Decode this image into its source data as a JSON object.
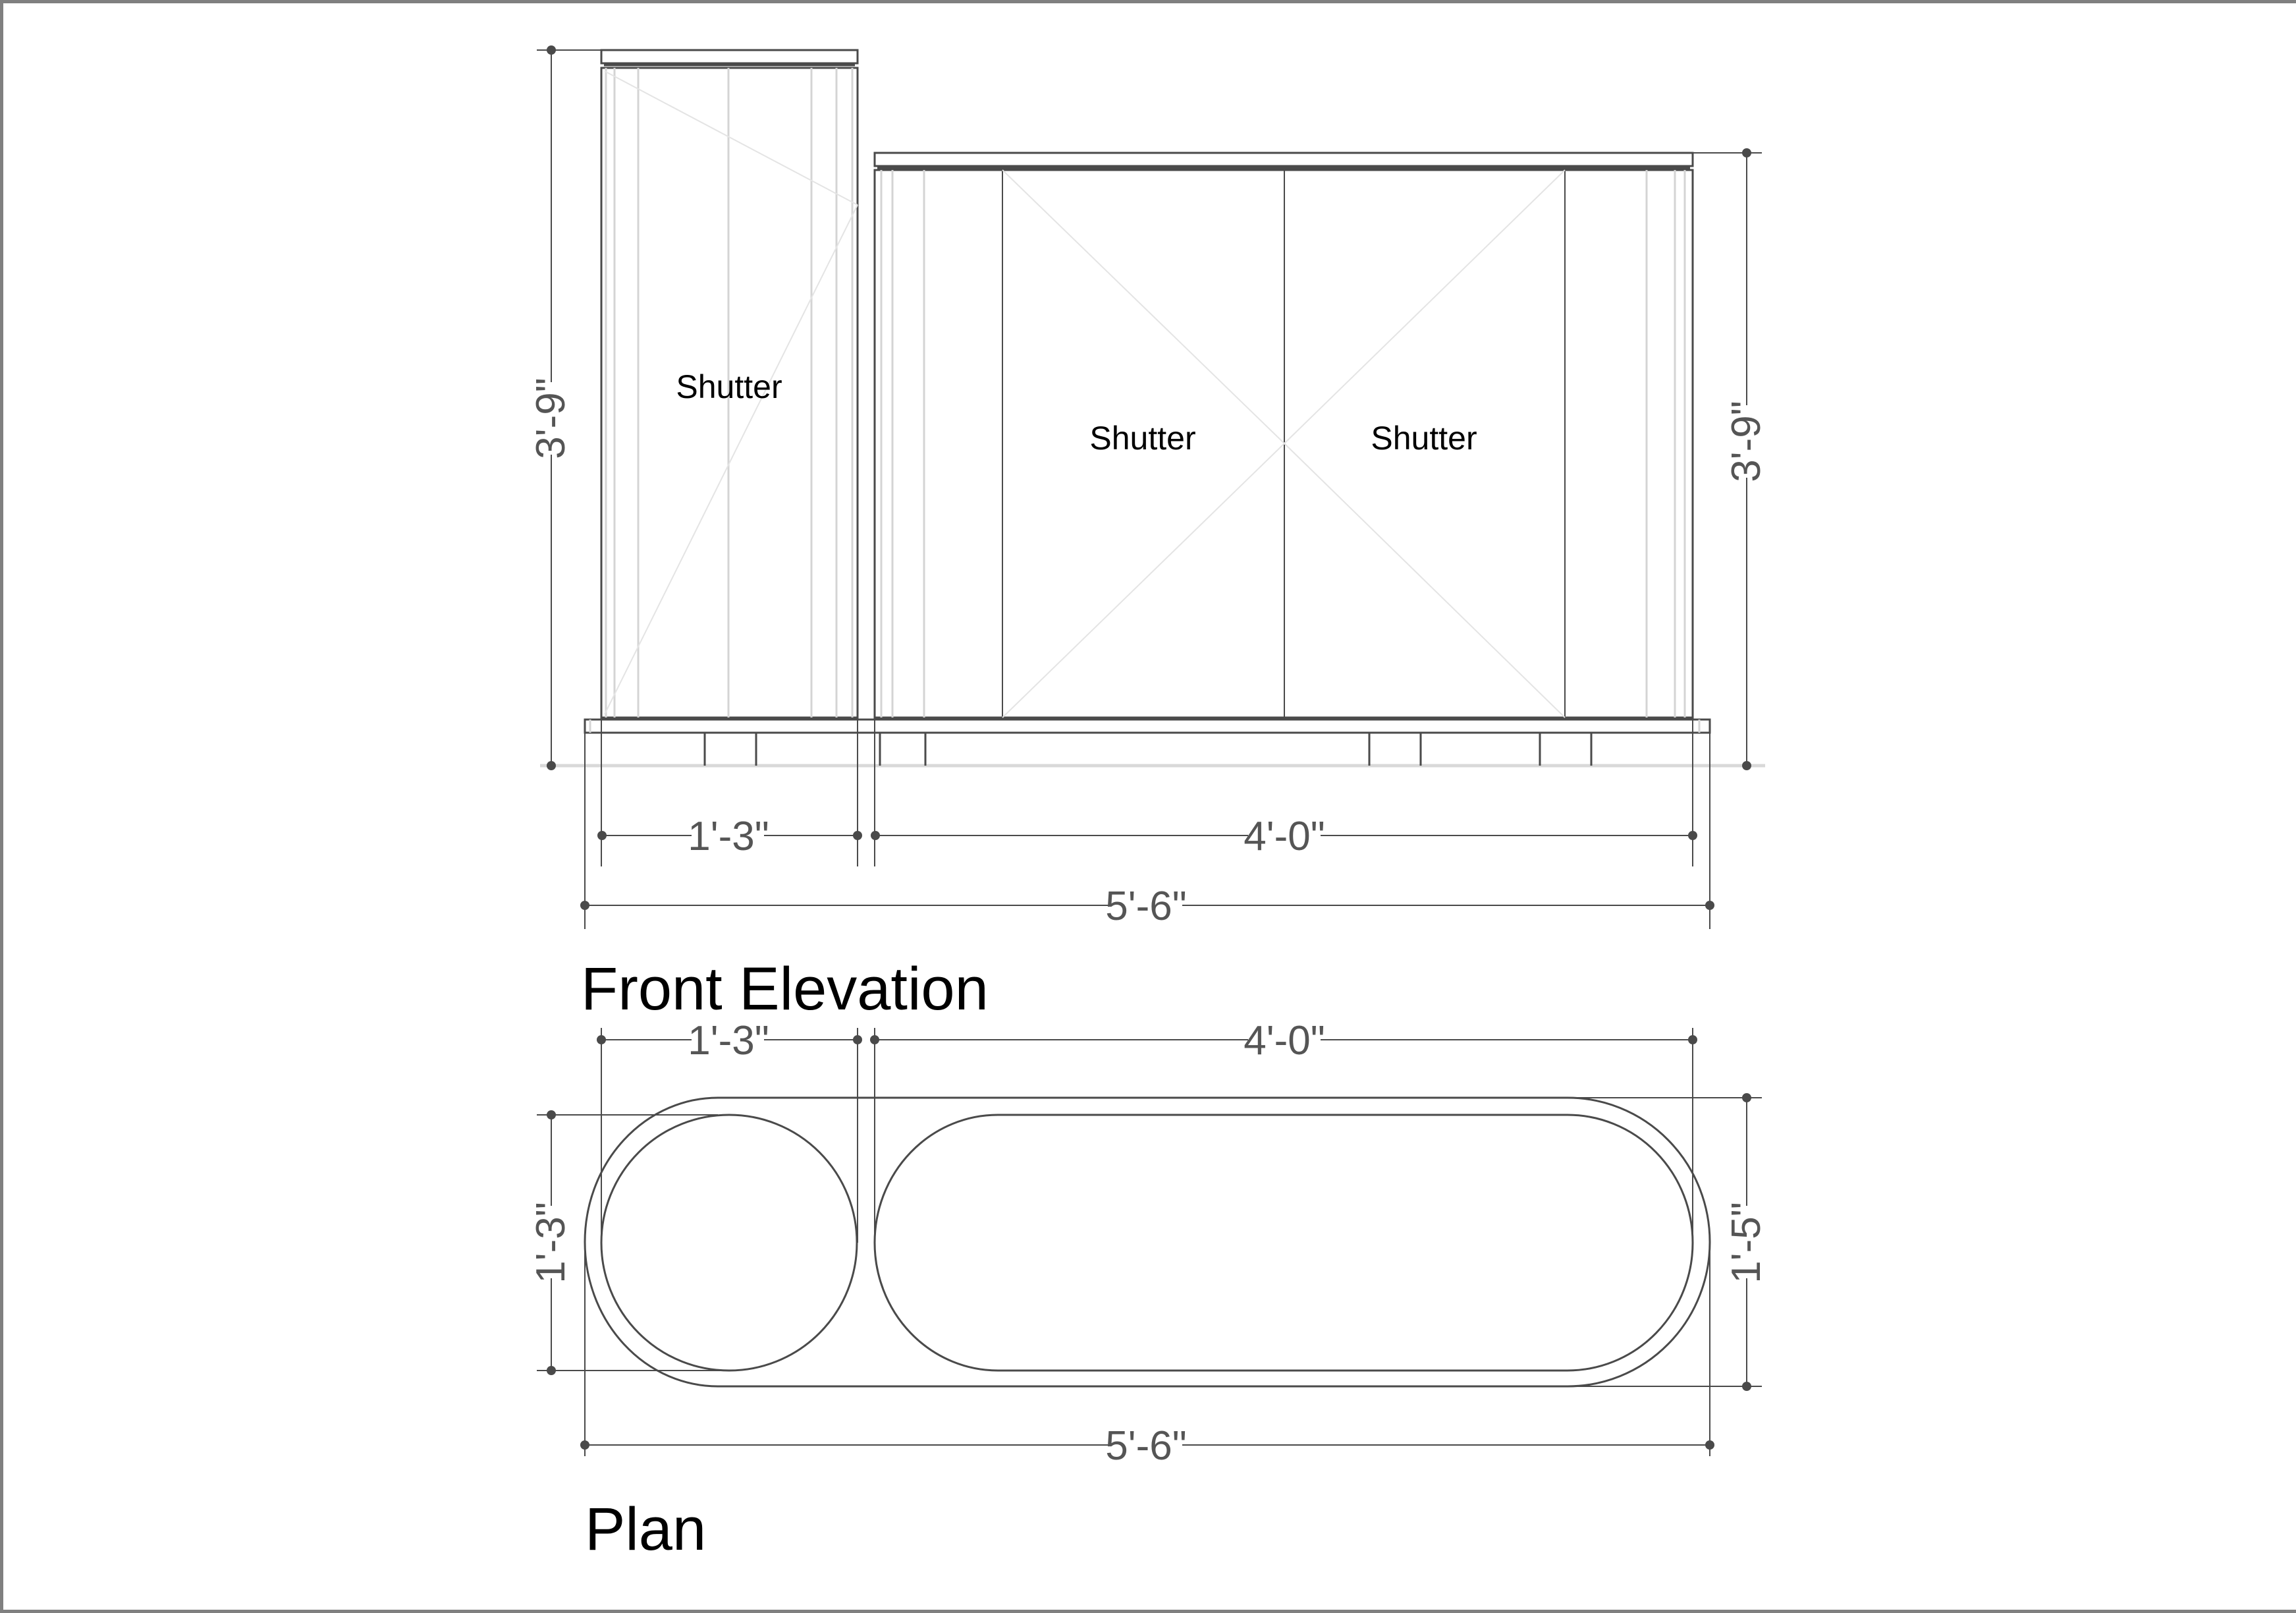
{
  "drawing": {
    "elevation": {
      "title": "Front Elevation",
      "shutters": [
        {
          "label": "Shutter",
          "cabinet": "left"
        },
        {
          "label": "Shutter",
          "cabinet": "right-left-door"
        },
        {
          "label": "Shutter",
          "cabinet": "right-right-door"
        }
      ],
      "dimensions": {
        "left_height": "3'-9\"",
        "right_height": "3'-9\"",
        "left_width": "1'-3\"",
        "right_width": "4'-0\"",
        "overall_width": "5'-6\""
      }
    },
    "plan": {
      "title": "Plan",
      "dimensions": {
        "left_width": "1'-3\"",
        "right_width": "4'-0\"",
        "left_depth": "1'-3\"",
        "overall_depth": "1'-5\"",
        "overall_width": "5'-6\""
      }
    },
    "colors": {
      "line": "#4a4a4a",
      "hidden_line": "#d4d4d4",
      "text": "#000000",
      "dim_text": "#555555",
      "border": "#808080"
    }
  }
}
